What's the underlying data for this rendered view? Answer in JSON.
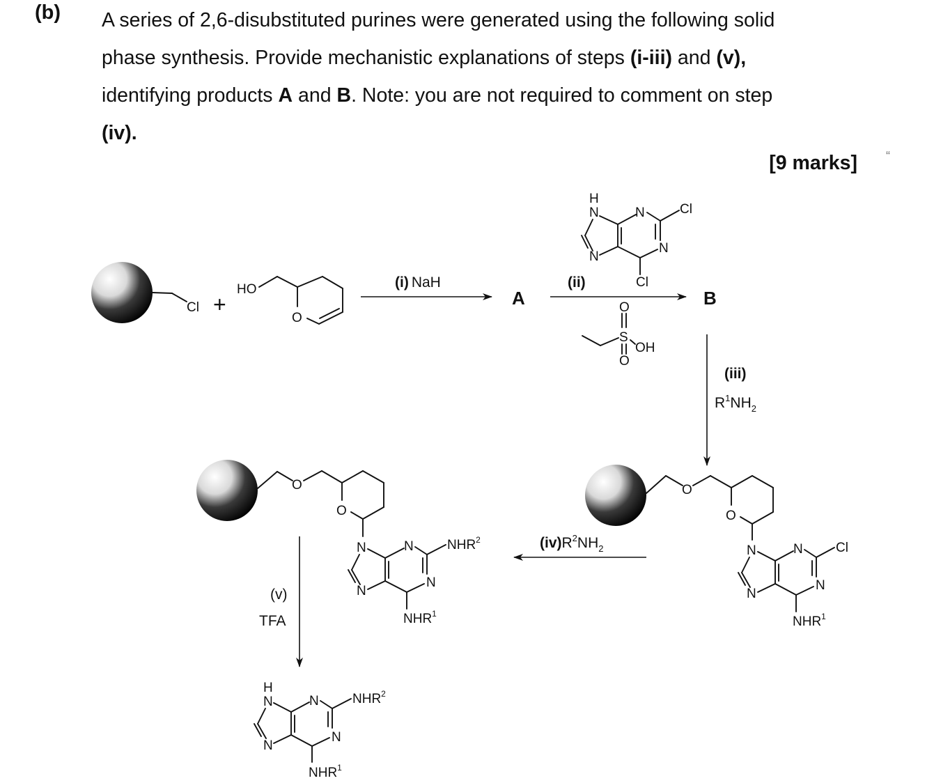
{
  "question": {
    "label": "(b)",
    "line1": "A series of 2,6-disubstituted  purines were generated using the following solid",
    "line2_a": "phase synthesis. Provide mechanistic explanations of steps ",
    "line2_b": "(i-iii)",
    "line2_c": " and ",
    "line2_d": "(v),",
    "line3_a": "identifying products ",
    "line3_b": "A",
    "line3_c": " and ",
    "line3_d": "B",
    "line3_e": ".  Note: you are not required to comment on step",
    "line4": "(iv).",
    "marks": "[9 marks]"
  },
  "scheme": {
    "atoms": {
      "ho": "HO",
      "cl": "Cl",
      "o": "O",
      "n": "N",
      "h": "H",
      "s": "S",
      "oh": "OH",
      "nhr1": "NHR",
      "nhr2": "NHR",
      "sup1": "1",
      "sup2": "2"
    },
    "plus": "+",
    "products": {
      "a": "A",
      "b": "B"
    },
    "steps": {
      "i_label": "(i)",
      "i_reagent": "NaH",
      "ii_label": "(ii)",
      "iii_label": "(iii)",
      "iii_reagent_r": "R",
      "iii_reagent_nh": "NH",
      "iii_sub": "2",
      "iv_label": "(iv)",
      "iv_reagent_r": "R",
      "iv_reagent_nh": "NH",
      "v_label": "(v)",
      "v_reagent": "TFA"
    }
  }
}
